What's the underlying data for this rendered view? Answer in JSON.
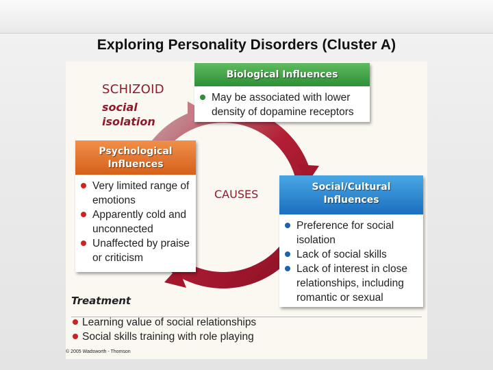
{
  "title": "Exploring Personality Disorders (Cluster A)",
  "disorder": {
    "name": "SCHIZOID",
    "subtitle_line1": "social",
    "subtitle_line2": "isolation"
  },
  "center_label": "CAUSES",
  "biological": {
    "heading": "Biological Influences",
    "items": [
      "May be associated with lower density of dopamine receptors"
    ]
  },
  "psychological": {
    "heading_line1": "Psychological",
    "heading_line2": "Influences",
    "items": [
      "Very limited range of emotions",
      "Apparently cold and unconnected",
      "Unaffected by praise or criticism"
    ]
  },
  "social": {
    "heading_line1": "Social/Cultural",
    "heading_line2": "Influences",
    "items": [
      "Preference for social isolation",
      "Lack of social skills",
      "Lack of interest in close relationships, including romantic or sexual"
    ]
  },
  "treatment": {
    "heading": "Treatment",
    "items": [
      "Learning value of social relationships",
      "Social skills training with role playing"
    ]
  },
  "copyright": "© 2005 Wadsworth - Thomson",
  "colors": {
    "ring": "#a3162c",
    "biological": "#3a9a42",
    "psychological": "#e06b25",
    "social": "#2a83d1",
    "heading_text": "#8e1a2c"
  }
}
